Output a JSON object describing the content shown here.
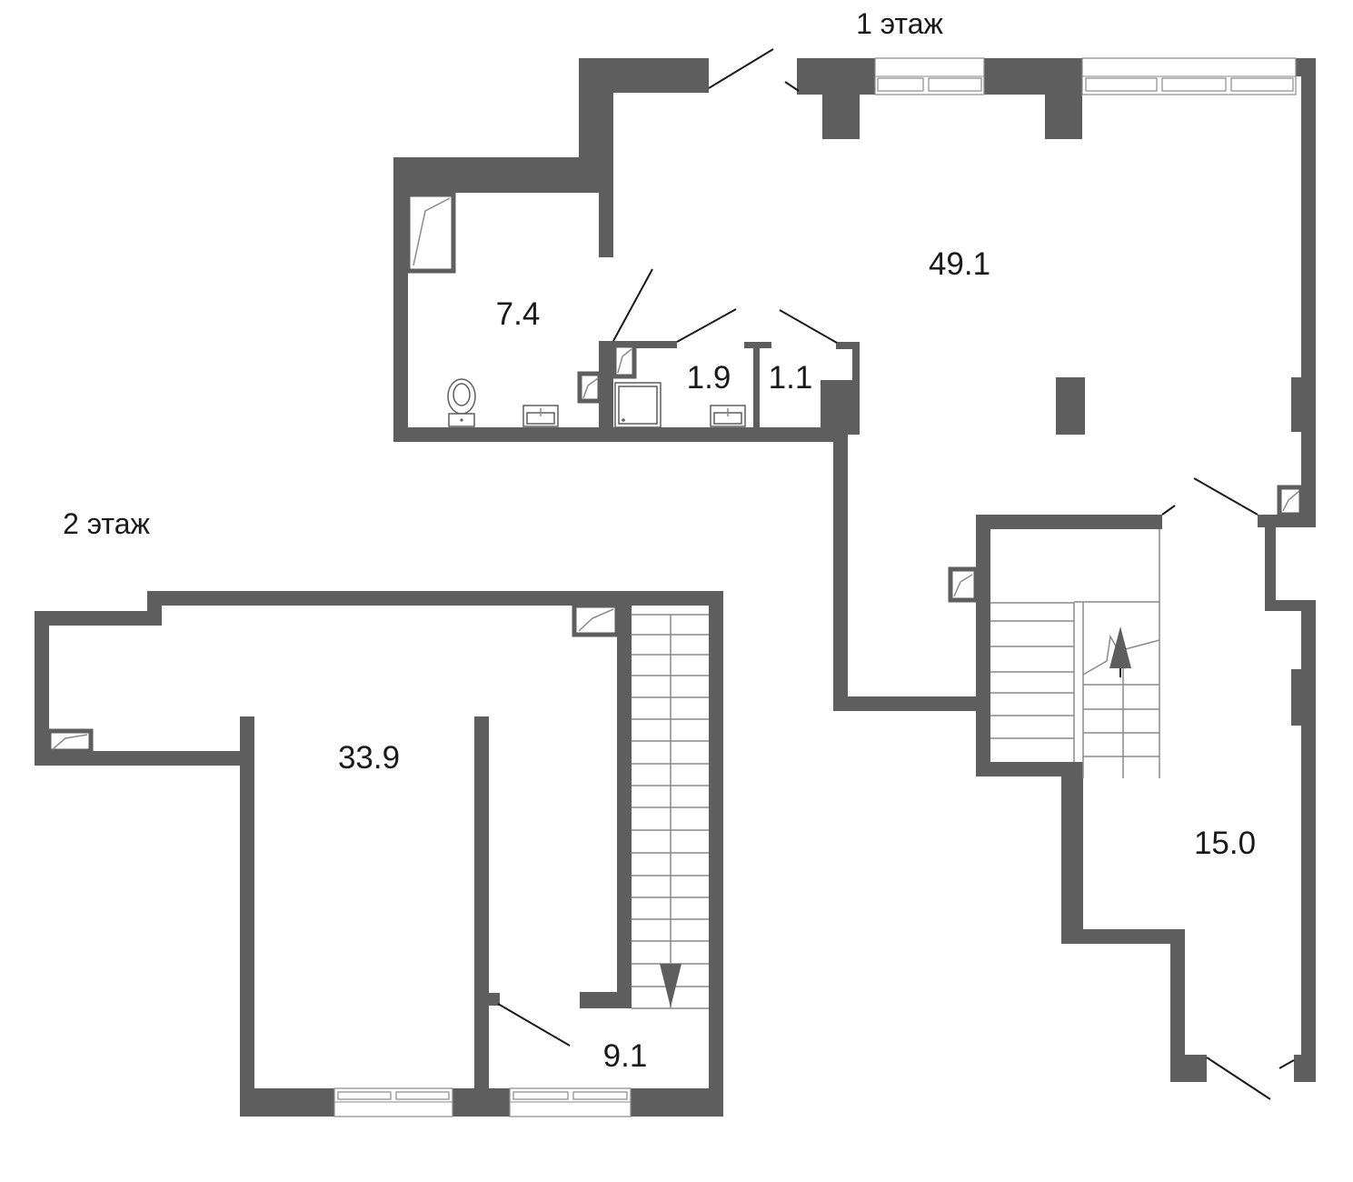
{
  "colors": {
    "wall": "#5e5e5e",
    "thin": "#8a8a8a",
    "door": "#1a1a1a",
    "background": "#ffffff"
  },
  "floors": {
    "first": {
      "title": "1 этаж",
      "rooms": {
        "main_hall": "49.1",
        "storage": "7.4",
        "bathroom": "1.9",
        "wc": "1.1",
        "corridor": "15.0"
      }
    },
    "second": {
      "title": "2 этаж",
      "rooms": {
        "main_room": "33.9",
        "small_room": "9.1"
      }
    }
  },
  "icons": [
    "toilet-icon",
    "sink-icon",
    "shower-tray-icon",
    "ventilation-shaft-icon",
    "staircase-icon",
    "stair-arrow-up-icon",
    "stair-arrow-down-icon",
    "door-swing-icon",
    "window-icon"
  ]
}
